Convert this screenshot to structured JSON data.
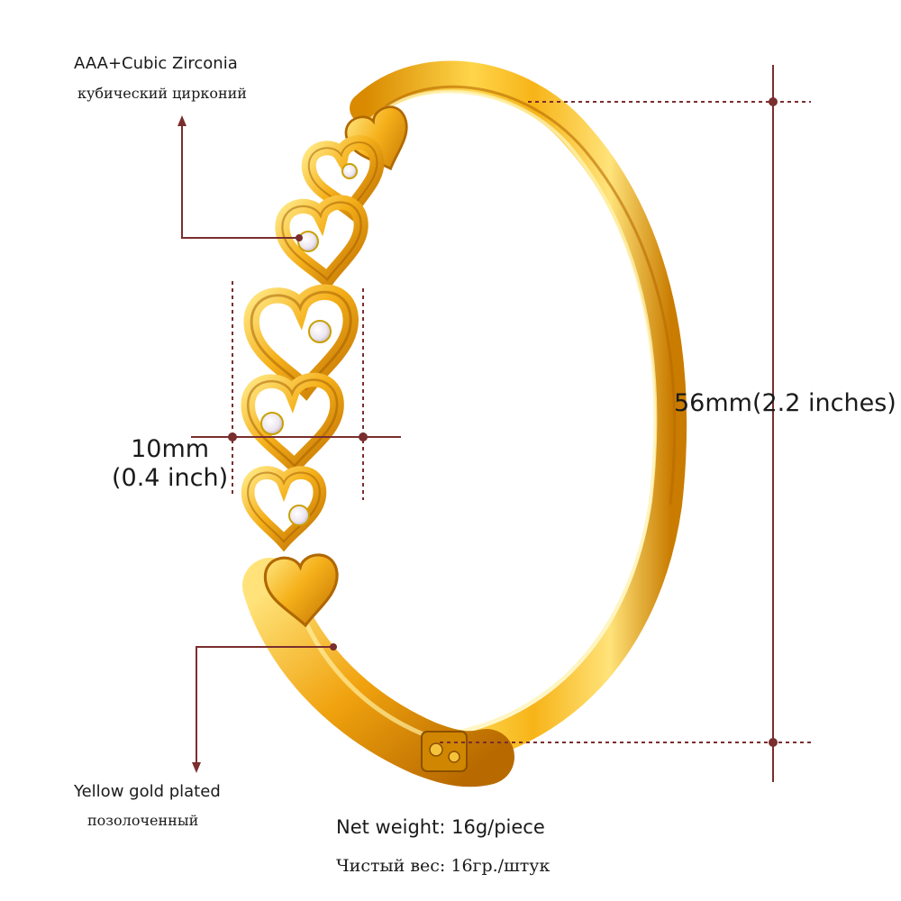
{
  "annotations": {
    "stone": {
      "label_en": "AAA+Cubic Zirconia",
      "label_ru": "кубический цирконий"
    },
    "width": {
      "value": "10mm",
      "value_alt": "(0.4 inch)"
    },
    "height": {
      "value": "56mm(2.2 inches)"
    },
    "plating": {
      "label_en": "Yellow gold plated",
      "label_ru": "позолоченный"
    },
    "weight": {
      "label_en": "Net weight: 16g/piece",
      "label_ru": "Чистый вес: 16гр./штук"
    }
  },
  "colors": {
    "gold_light": "#FFE37A",
    "gold_mid": "#F7B418",
    "gold_deep": "#D98A00",
    "gold_dark": "#A85F00",
    "dim_line": "#7A2E2E",
    "text": "#1a1a1a"
  }
}
